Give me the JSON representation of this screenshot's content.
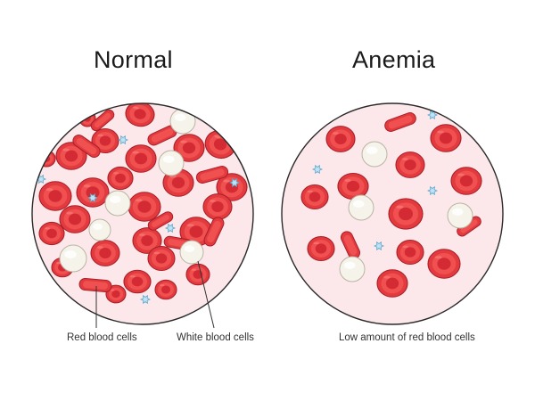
{
  "panels": {
    "normal": {
      "title": "Normal",
      "labels": {
        "red_blood_cells": "Red blood cells",
        "white_blood_cells": "White blood cells"
      }
    },
    "anemia": {
      "title": "Anemia",
      "caption": "Low amount of red blood cells"
    }
  },
  "colors": {
    "plasma": "#fce8ea",
    "rbc_outer": "#e23a3f",
    "rbc_inner": "#f0504f",
    "rbc_center": "#d42a34",
    "rbc_outline": "#a81f28",
    "wbc": "#f6f3ea",
    "platelet": "#bfe3f4",
    "outline": "#2a2a2a"
  },
  "icons": {
    "red_blood_cell": "biconcave-disc-icon",
    "white_blood_cell": "round-cell-icon",
    "platelet": "star-fragment-icon"
  }
}
